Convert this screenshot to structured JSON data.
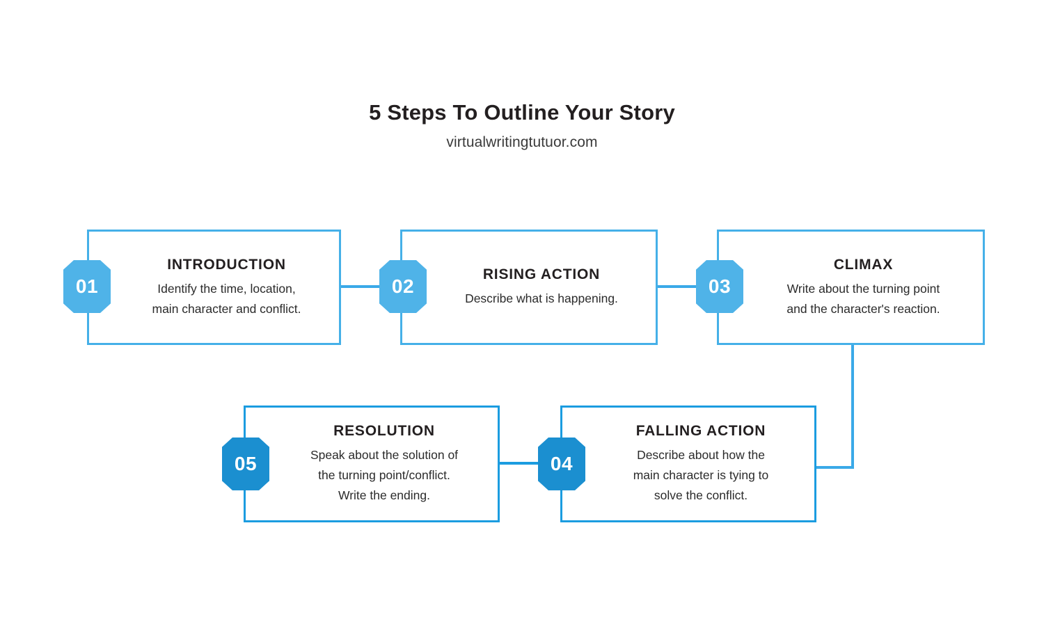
{
  "header": {
    "title": "5 Steps To Outline Your Story",
    "subtitle": "virtualwritingtutuor.com"
  },
  "colors": {
    "accent_light": "#45b0e8",
    "accent_deep": "#1b9ce0",
    "badge_light": "#4fb3e8",
    "badge_deep": "#1b8fd0",
    "text": "#231f20",
    "background": "#ffffff"
  },
  "steps": [
    {
      "number": "01",
      "heading": "INTRODUCTION",
      "lines": [
        "Identify the time, location,",
        "main character and conflict."
      ]
    },
    {
      "number": "02",
      "heading": "RISING ACTION",
      "lines": [
        "Describe what is happening."
      ]
    },
    {
      "number": "03",
      "heading": "CLIMAX",
      "lines": [
        "Write about the turning point",
        "and the character's reaction."
      ]
    },
    {
      "number": "04",
      "heading": "FALLING ACTION",
      "lines": [
        "Describe about how the",
        "main character is tying to",
        "solve the conflict."
      ]
    },
    {
      "number": "05",
      "heading": "RESOLUTION",
      "lines": [
        "Speak about the solution of",
        "the turning point/conflict.",
        "Write the ending."
      ]
    }
  ]
}
